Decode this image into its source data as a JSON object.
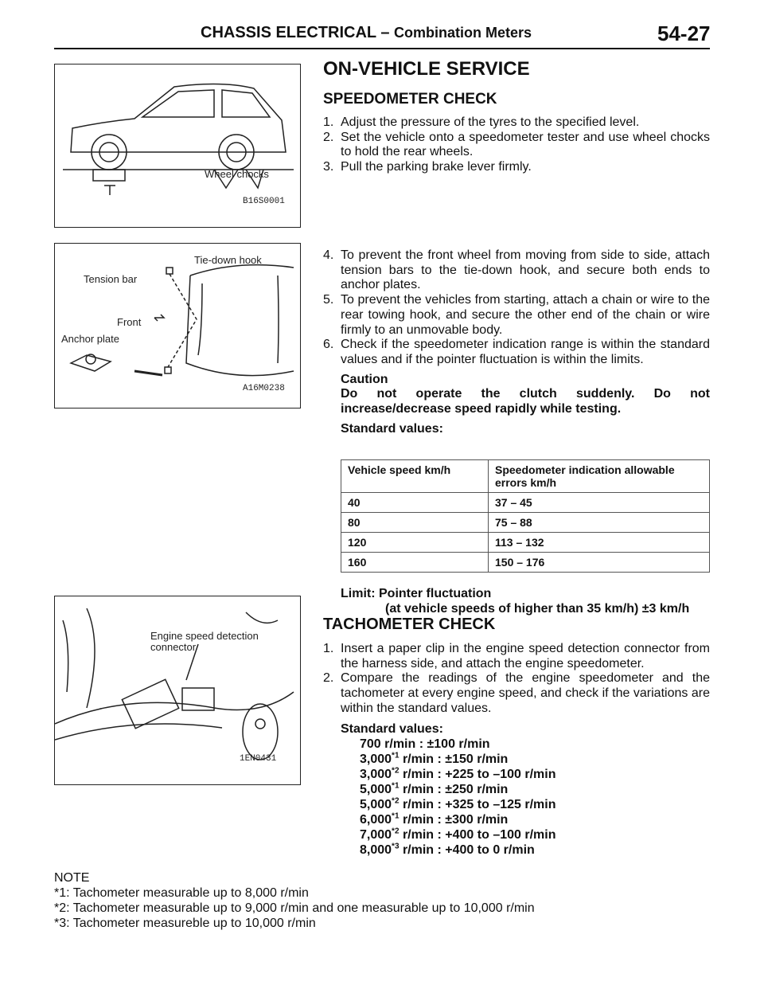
{
  "header": {
    "section": "CHASSIS ELECTRICAL",
    "dash": "–",
    "subsection": "Combination Meters",
    "page_number": "54-27"
  },
  "figures": [
    {
      "labels": [
        "Wheel chocks"
      ],
      "code": "B16S0001"
    },
    {
      "labels": [
        "Tie-down hook",
        "Tension bar",
        "Front",
        "Anchor plate"
      ],
      "code": "A16M0238"
    },
    {
      "labels": [
        "Engine speed detection connector"
      ],
      "code": "1EN0431"
    }
  ],
  "title": "ON-VEHICLE SERVICE",
  "speedometer": {
    "heading": "SPEEDOMETER CHECK",
    "steps": [
      {
        "n": "1.",
        "text": "Adjust the pressure of the tyres to the specified level."
      },
      {
        "n": "2.",
        "text": "Set the vehicle onto a speedometer tester and use wheel chocks to hold the rear wheels."
      },
      {
        "n": "3.",
        "text": "Pull the parking brake lever firmly."
      },
      {
        "n": "4.",
        "text": "To prevent the front wheel from moving from side to side, attach tension bars to the tie-down hook, and secure both ends to anchor plates."
      },
      {
        "n": "5.",
        "text": "To prevent the vehicles from starting, attach a chain or wire to the rear towing hook, and secure the other end of the chain or wire firmly to an unmovable body."
      },
      {
        "n": "6.",
        "text": "Check if the speedometer indication range is within the standard values and if the pointer fluctuation is within the limits."
      }
    ],
    "caution_title": "Caution",
    "caution_text": "Do not operate the clutch suddenly. Do not increase/decrease speed rapidly while testing.",
    "standard_values_label": "Standard values:",
    "table": {
      "headers": [
        "Vehicle speed km/h",
        "Speedometer indication allowable errors km/h"
      ],
      "rows": [
        [
          "40",
          "37 – 45"
        ],
        [
          "80",
          "75 – 88"
        ],
        [
          "120",
          "113 – 132"
        ],
        [
          "160",
          "150 – 176"
        ]
      ]
    },
    "limit_line1": "Limit: Pointer fluctuation",
    "limit_line2": "(at vehicle speeds of higher than 35 km/h) ±3 km/h"
  },
  "tachometer": {
    "heading": "TACHOMETER CHECK",
    "steps": [
      {
        "n": "1.",
        "text": "Insert a paper clip in the engine speed detection connector from the harness side, and attach the engine speedometer."
      },
      {
        "n": "2.",
        "text": "Compare the readings of the engine speedometer and the tachometer at every engine speed, and check if the variations are within the standard values."
      }
    ],
    "standard_values_label": "Standard values:",
    "values": [
      {
        "speed": "700",
        "mark": "",
        "value": "r/min : ±100 r/min"
      },
      {
        "speed": "3,000",
        "mark": "*1",
        "value": "r/min : ±150 r/min"
      },
      {
        "speed": "3,000",
        "mark": "*2",
        "value": "r/min : +225 to –100 r/min"
      },
      {
        "speed": "5,000",
        "mark": "*1",
        "value": "r/min : ±250 r/min"
      },
      {
        "speed": "5,000",
        "mark": "*2",
        "value": "r/min : +325 to –125 r/min"
      },
      {
        "speed": "6,000",
        "mark": "*1",
        "value": "r/min : ±300 r/min"
      },
      {
        "speed": "7,000",
        "mark": "*2",
        "value": "r/min :  +400 to –100 r/min"
      },
      {
        "speed": "8,000",
        "mark": "*3",
        "value": "r/min :  +400 to 0 r/min"
      }
    ]
  },
  "note": {
    "title": "NOTE",
    "lines": [
      "*1: Tachometer measurable up to 8,000 r/min",
      "*2: Tachometer measurable up to 9,000 r/min and one measurable up to 10,000 r/min",
      "*3: Tachometer measureble up to 10,000 r/min"
    ]
  }
}
